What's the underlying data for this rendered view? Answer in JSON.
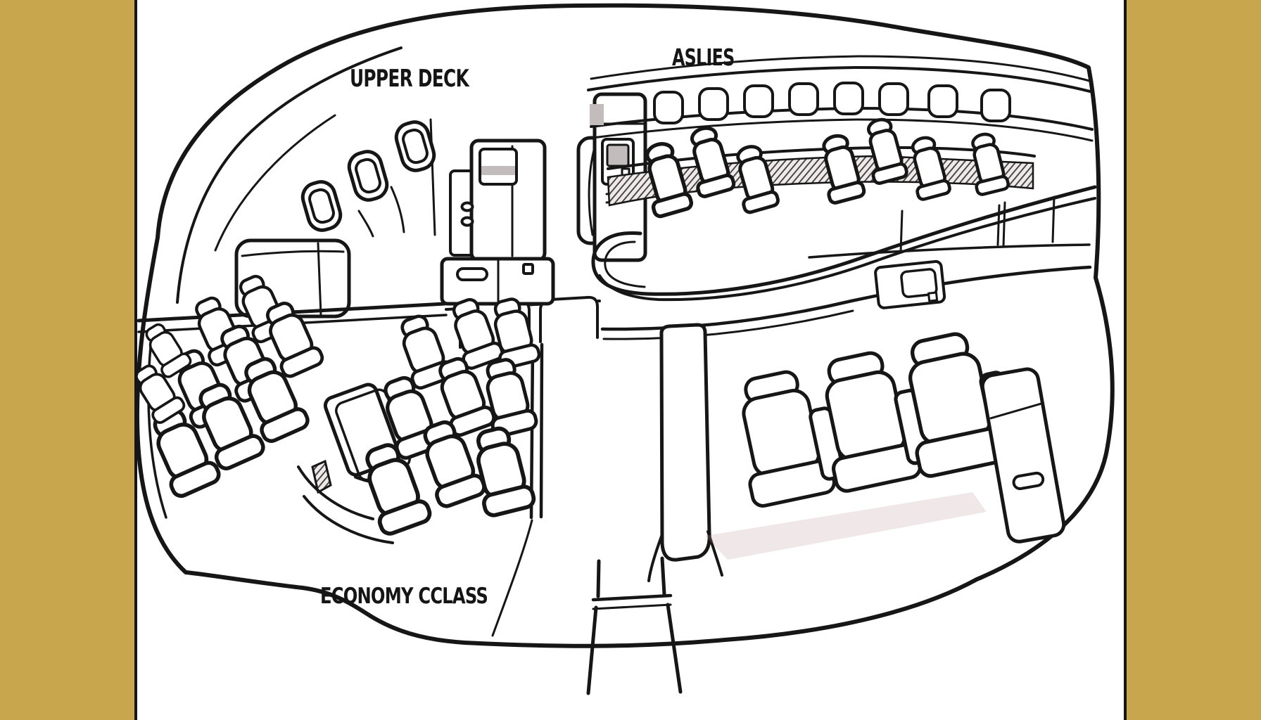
{
  "figure": {
    "type": "cutaway-line-drawing",
    "subject": "Double-deck airplane cabin interior cutaway illustration",
    "labels": {
      "upper_deck": "UPPER DECK",
      "aisles": "ASLIES",
      "economy_class": "ECONOMY CCLASS"
    },
    "colors": {
      "frame": "#c7a64d",
      "ink": "#161616",
      "paper": "#fcf9f9",
      "screen": "#c2bcbc"
    }
  }
}
